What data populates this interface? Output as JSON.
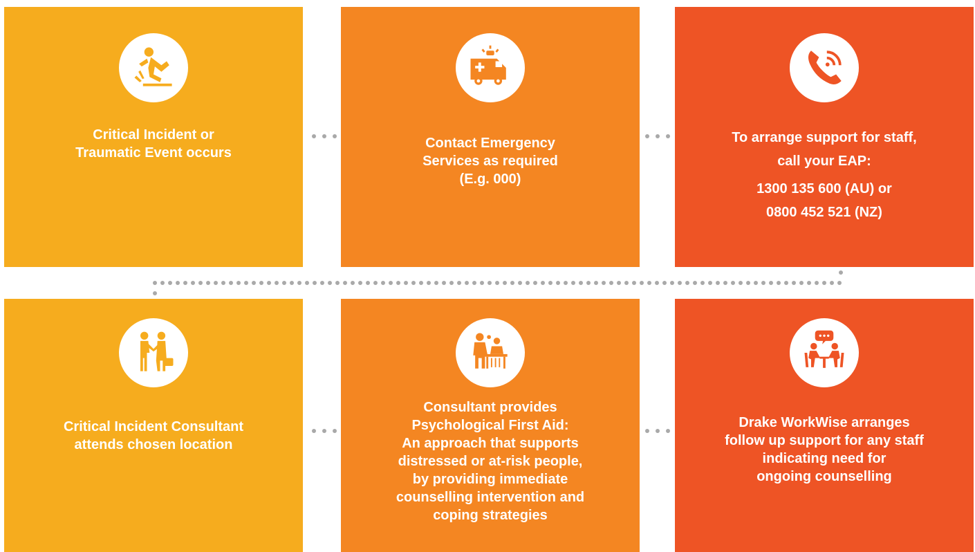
{
  "colors": {
    "yellow": "#f6ac1e",
    "orange": "#f48622",
    "red": "#ee5425",
    "dots": "#a9a9a9"
  },
  "steps": [
    {
      "icon": "falling-person-icon",
      "lines": [
        "Critical Incident or",
        "Traumatic Event occurs"
      ]
    },
    {
      "icon": "ambulance-icon",
      "lines": [
        "Contact Emergency",
        "Services as required",
        "(E.g. 000)"
      ]
    },
    {
      "icon": "phone-icon",
      "lines": [
        "To arrange support for staff,",
        "call your EAP:"
      ],
      "phone_lines": [
        "1300 135 600 (AU) or",
        "0800 452 521 (NZ)"
      ]
    },
    {
      "icon": "handshake-icon",
      "lines": [
        "Critical Incident Consultant",
        "attends chosen location"
      ]
    },
    {
      "icon": "consultation-icon",
      "lines": [
        "Consultant provides",
        "Psychological First Aid:",
        "An approach that supports",
        "distressed or at-risk people,",
        "by providing immediate",
        "counselling intervention and",
        "coping strategies"
      ]
    },
    {
      "icon": "counselling-chat-icon",
      "lines": [
        "Drake WorkWise arranges",
        "follow up support for any staff",
        "indicating need for",
        "ongoing counselling"
      ]
    }
  ]
}
